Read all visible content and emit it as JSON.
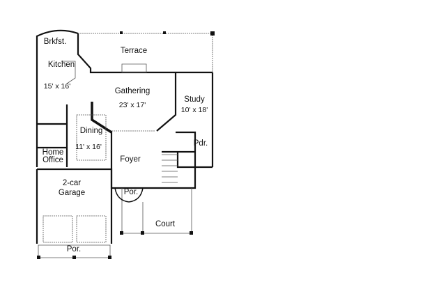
{
  "floor_plan": {
    "rooms": [
      {
        "id": "brkfst",
        "name": "Brkfst.",
        "size": ""
      },
      {
        "id": "terrace",
        "name": "Terrace",
        "size": ""
      },
      {
        "id": "kitchen",
        "name": "Kitchen",
        "size": "15' x 16'"
      },
      {
        "id": "gathering",
        "name": "Gathering",
        "size": "23' x 17'"
      },
      {
        "id": "study",
        "name": "Study",
        "size": "10' x 18'"
      },
      {
        "id": "dining",
        "name": "Dining",
        "size": "11' x 16'"
      },
      {
        "id": "pdr",
        "name": "Pdr.",
        "size": ""
      },
      {
        "id": "home_office",
        "name": "Home Office",
        "line1": "Home",
        "line2": "Office",
        "size": ""
      },
      {
        "id": "foyer",
        "name": "Foyer",
        "size": ""
      },
      {
        "id": "garage",
        "name": "2-car Garage",
        "line1": "2-car",
        "line2": "Garage",
        "size": ""
      },
      {
        "id": "entry_porch",
        "name": "Por.",
        "size": ""
      },
      {
        "id": "court",
        "name": "Court",
        "size": ""
      },
      {
        "id": "garage_porch",
        "name": "Por.",
        "size": ""
      }
    ],
    "colors": {
      "wall": "#111111",
      "thin": "#555555",
      "background": "#ffffff"
    }
  }
}
